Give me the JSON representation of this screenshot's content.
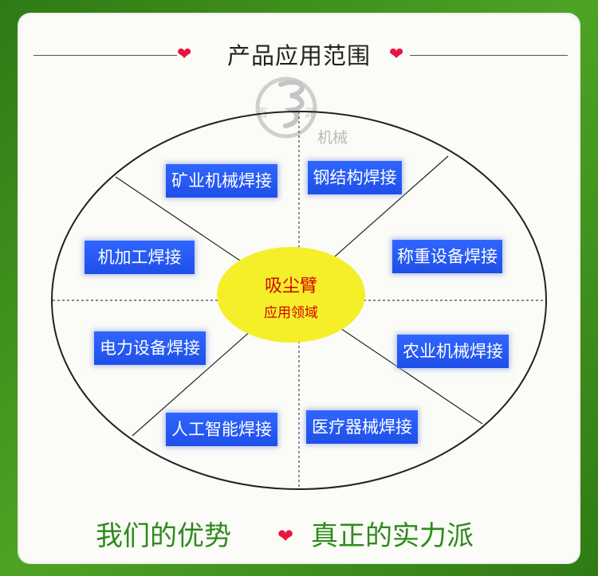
{
  "header": {
    "title": "产品应用范围",
    "heart_glyph": "❤",
    "heart_color": "#e8153f"
  },
  "logo": {
    "char_left": "百",
    "char_right": "润",
    "text": "机械"
  },
  "center": {
    "title": "吸尘臂",
    "subtitle": "应用领域",
    "fill_color": "#f5ef2a",
    "text_color": "#d80000"
  },
  "categories": [
    "矿业机械焊接",
    "钢结构焊接",
    "机加工焊接",
    "称重设备焊接",
    "电力设备焊接",
    "农业机械焊接",
    "人工智能焊接",
    "医疗器械焊接"
  ],
  "footer": {
    "left": "我们的优势",
    "right": "真正的实力派",
    "heart_glyph": "❤",
    "text_color": "#2f8a1e"
  },
  "colors": {
    "frame_green": "#3e8d1e",
    "panel": "#fbfbf7",
    "box_blue": "#2458f2"
  }
}
